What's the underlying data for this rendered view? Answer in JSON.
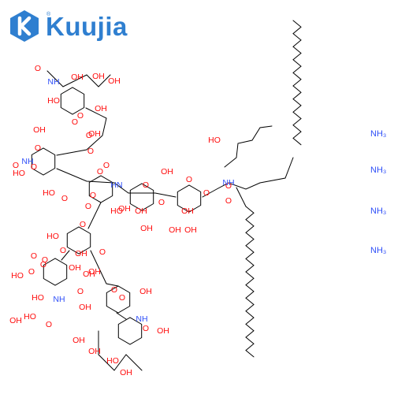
{
  "brand": {
    "name": "Kuujia",
    "registered": "®",
    "color": "#2f7fd0"
  },
  "counterions": [
    "NH₃",
    "NH₃",
    "NH₃",
    "NH₃"
  ],
  "atom_colors": {
    "oxygen": "#ff0d0d",
    "nitrogen": "#3050f8",
    "bond": "#000000"
  },
  "atom_labels": {
    "top_sialic": [
      "NH",
      "O",
      "OH",
      "OH",
      "OH",
      "HO",
      "O",
      "OH",
      "O",
      "O"
    ],
    "upper_chain": [
      "OH",
      "OH",
      "O",
      "O",
      "HO",
      "O",
      "HO",
      "O",
      "O",
      "NH"
    ],
    "galnac": [
      "HN",
      "O",
      "O",
      "O",
      "O",
      "OH"
    ],
    "glucose": [
      "OH",
      "O",
      "OH",
      "HO",
      "OH",
      "O"
    ],
    "galactose_ceramide": [
      "OH",
      "O",
      "O",
      "OH",
      "OH",
      "O",
      "HO",
      "NH",
      "O"
    ],
    "mid_galactose": [
      "HO",
      "O",
      "O",
      "OH",
      "O",
      "OH",
      "O",
      "OH"
    ],
    "lower_left_sialic": [
      "O",
      "O",
      "HO",
      "O",
      "HO",
      "NH",
      "O",
      "HO",
      "OH"
    ],
    "lower_right_sialic": [
      "OH",
      "O",
      "OH",
      "O",
      "O",
      "OH",
      "NH",
      "O",
      "OH",
      "OH",
      "OH",
      "HO",
      "OH"
    ]
  }
}
